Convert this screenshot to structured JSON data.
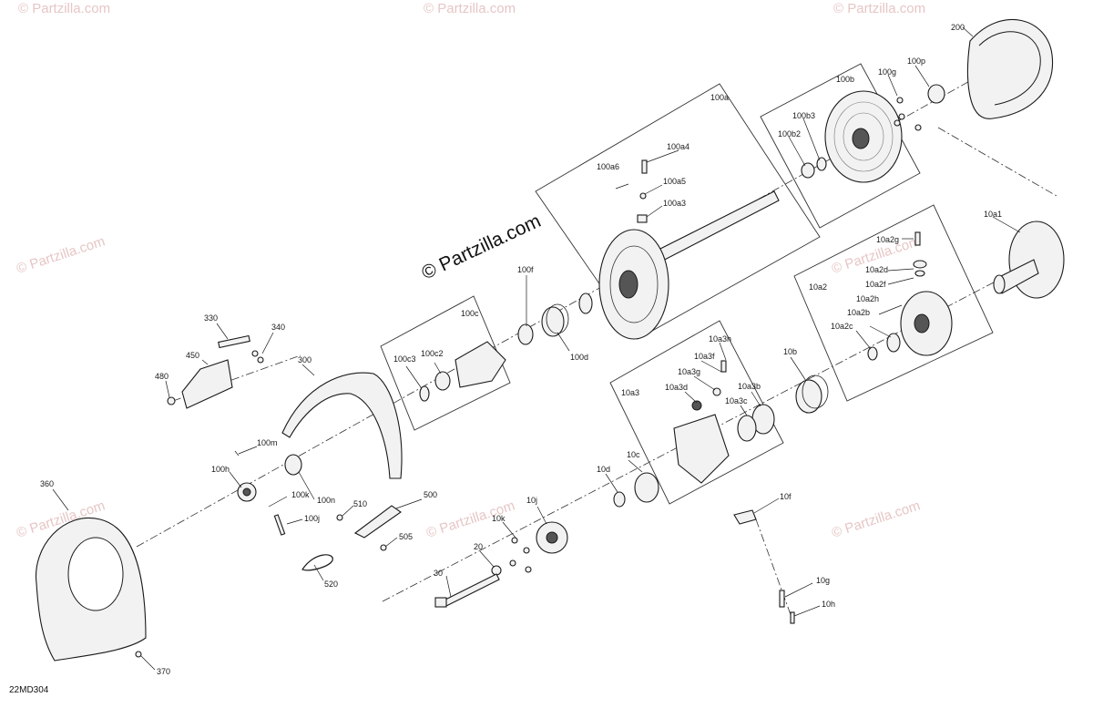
{
  "brand": "© Partzilla.com",
  "watermark": "© Partzilla.com",
  "diagram_code": "22MD304",
  "parts": [
    {
      "id": "200"
    },
    {
      "id": "100g"
    },
    {
      "id": "100p"
    },
    {
      "id": "100b"
    },
    {
      "id": "100a"
    },
    {
      "id": "100b3"
    },
    {
      "id": "100b2"
    },
    {
      "id": "100a4"
    },
    {
      "id": "100a6"
    },
    {
      "id": "100a5"
    },
    {
      "id": "100a3"
    },
    {
      "id": "10a1"
    },
    {
      "id": "10a2g"
    },
    {
      "id": "10a2d"
    },
    {
      "id": "10a2f"
    },
    {
      "id": "10a2"
    },
    {
      "id": "10a2h"
    },
    {
      "id": "10a2b"
    },
    {
      "id": "10a2c"
    },
    {
      "id": "100f"
    },
    {
      "id": "100c"
    },
    {
      "id": "100d"
    },
    {
      "id": "100c2"
    },
    {
      "id": "100c3"
    },
    {
      "id": "330"
    },
    {
      "id": "340"
    },
    {
      "id": "450"
    },
    {
      "id": "480"
    },
    {
      "id": "300"
    },
    {
      "id": "10a3h"
    },
    {
      "id": "10a3f"
    },
    {
      "id": "10a3g"
    },
    {
      "id": "10a3d"
    },
    {
      "id": "10a3b"
    },
    {
      "id": "10a3c"
    },
    {
      "id": "10a3"
    },
    {
      "id": "10b"
    },
    {
      "id": "100m"
    },
    {
      "id": "100h"
    },
    {
      "id": "100k"
    },
    {
      "id": "100n"
    },
    {
      "id": "100j"
    },
    {
      "id": "510"
    },
    {
      "id": "500"
    },
    {
      "id": "505"
    },
    {
      "id": "520"
    },
    {
      "id": "10d"
    },
    {
      "id": "10c"
    },
    {
      "id": "10j"
    },
    {
      "id": "10k"
    },
    {
      "id": "20"
    },
    {
      "id": "30"
    },
    {
      "id": "10f"
    },
    {
      "id": "10g"
    },
    {
      "id": "10h"
    },
    {
      "id": "360"
    },
    {
      "id": "370"
    }
  ]
}
